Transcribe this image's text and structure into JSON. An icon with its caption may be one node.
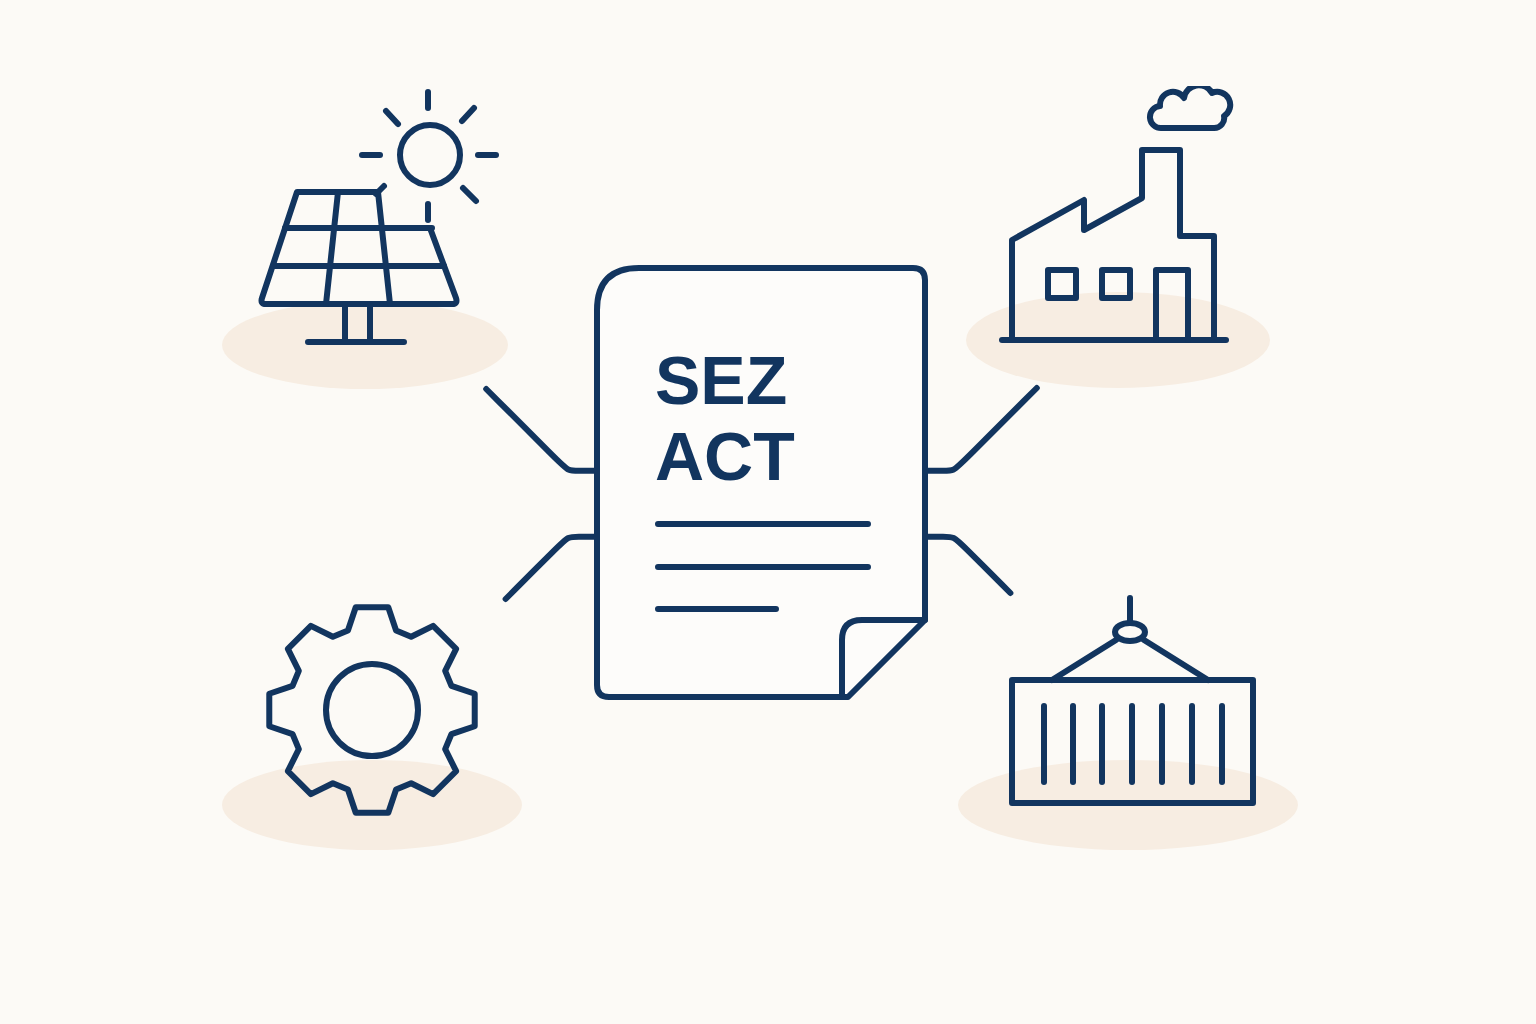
{
  "diagram": {
    "nodes": [
      {
        "text": [],
        "shape": "picture"
      },
      {
        "text": [],
        "shape": "picture"
      },
      {
        "text": [
          "SEZ ACT"
        ]
      },
      {
        "text": [],
        "shape": "picture"
      },
      {
        "text": [],
        "shape": "picture"
      }
    ],
    "edges": [
      {
        "from": 2,
        "to": 0,
        "arrow": "none"
      },
      {
        "from": 2,
        "to": 1,
        "arrow": "none"
      },
      {
        "from": 2,
        "to": 3,
        "arrow": "none"
      },
      {
        "from": 2,
        "to": 4,
        "arrow": "none"
      }
    ]
  }
}
